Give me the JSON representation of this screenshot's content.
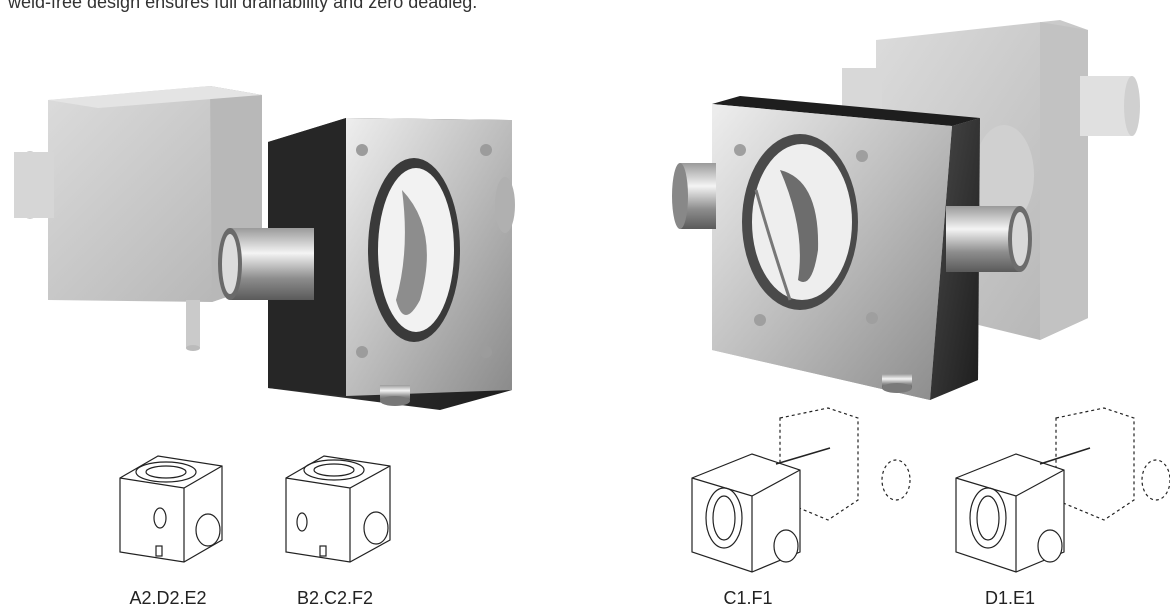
{
  "caption": "weld-free design ensures full drainability and zero deadleg.",
  "labels": {
    "a2": "A2.D2.E2",
    "b2": "B2.C2.F2",
    "c1": "C1.F1",
    "d1": "D1.E1"
  },
  "colors": {
    "dark_face": "#2c2c2c",
    "metal_light": "#d4d4d4",
    "metal_mid": "#a9a9a9",
    "ghost": "#c9c9c9"
  }
}
